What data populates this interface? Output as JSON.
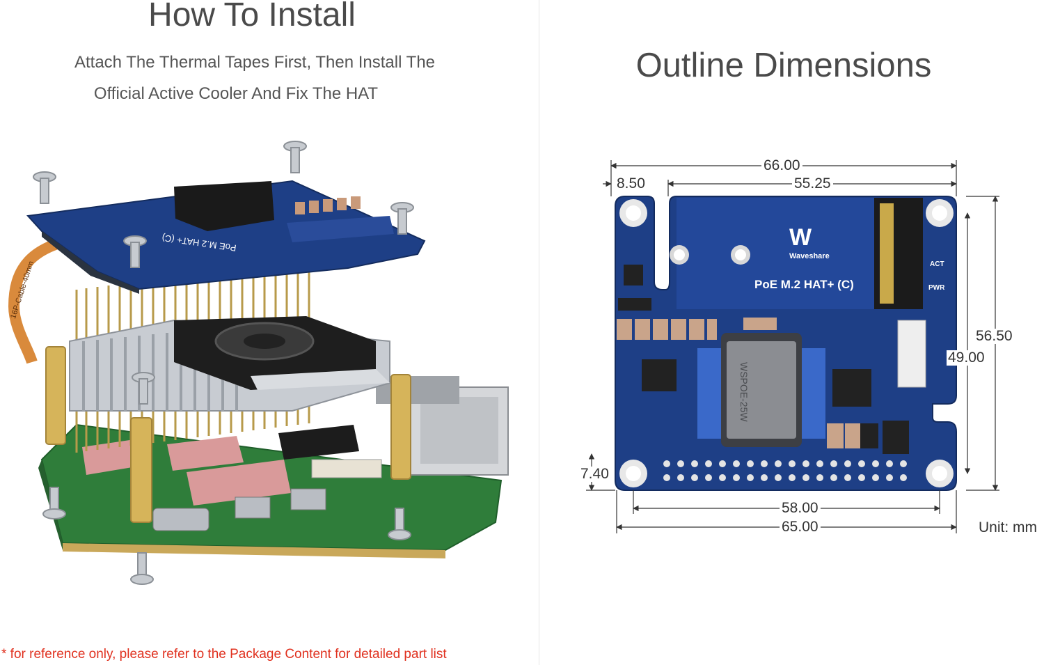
{
  "left": {
    "title": "How To Install",
    "instruction_line1": "Attach The Thermal Tapes First, Then Install The",
    "instruction_line2": "Official Active Cooler And Fix The HAT",
    "footnote": "* for reference only, please refer to the Package Content for detailed part list",
    "cable_label": "16P-Cable-40mm",
    "board_silk": "PoE M.2 HAT+ (C)"
  },
  "right": {
    "title": "Outline Dimensions",
    "unit": "Unit: mm",
    "board": {
      "brand": "Waveshare",
      "name": "PoE M.2 HAT+ (C)",
      "led_act": "ACT",
      "led_pwr": "PWR",
      "transformer_text": "WSPOE-25W"
    },
    "dimensions": {
      "overall_width": "66.00",
      "left_offset": "8.50",
      "slot_width": "55.25",
      "overall_height": "56.50",
      "hole_height": "49.00",
      "bottom_hole_offset": "7.40",
      "hole_spacing": "58.00",
      "board_width": "65.00"
    }
  },
  "colors": {
    "pcb_blue": "#1e3f86",
    "pcb_green": "#2f7d3a",
    "note_red": "#e0301e",
    "heatsink": "#c8ccd2",
    "brass": "#d6b45a"
  }
}
